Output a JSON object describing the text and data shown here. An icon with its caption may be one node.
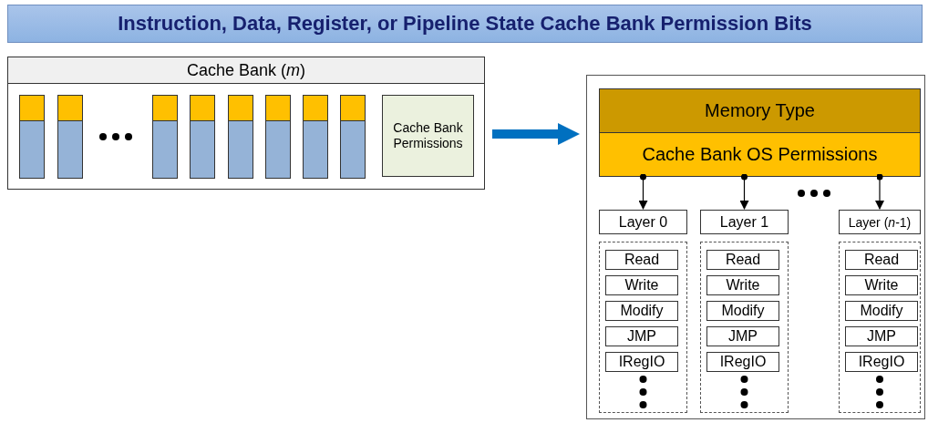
{
  "diagram": {
    "title": "Instruction, Data, Register, or Pipeline State Cache Bank Permission Bits",
    "nodes": [
      {
        "text": [
          "Cache Bank (*m*)"
        ]
      },
      {
        "text": [],
        "shape": "bar",
        "in": 0
      },
      {
        "text": [],
        "shape": "bar",
        "in": 0
      },
      {
        "text": [],
        "shape": "bar",
        "in": 0
      },
      {
        "text": [],
        "shape": "bar",
        "in": 0
      },
      {
        "text": [],
        "shape": "bar",
        "in": 0
      },
      {
        "text": [],
        "shape": "bar",
        "in": 0
      },
      {
        "text": [],
        "shape": "bar",
        "in": 0
      },
      {
        "text": [],
        "shape": "bar",
        "in": 0
      },
      {
        "text": [
          "Cache Bank Permissions"
        ],
        "in": 0
      },
      {
        "text": [],
        "shape": "box"
      },
      {
        "text": [
          "Memory Type"
        ],
        "in": 10
      },
      {
        "text": [
          "Cache Bank OS Permissions"
        ],
        "in": 10
      },
      {
        "text": [
          "Layer 0"
        ],
        "in": 10
      },
      {
        "text": [
          "Layer 1"
        ],
        "in": 10
      },
      {
        "text": [
          "Layer (*n*-1)"
        ],
        "in": 10
      },
      {
        "text": [],
        "shape": "box",
        "in": 10
      },
      {
        "text": [
          "Read"
        ],
        "in": 16
      },
      {
        "text": [
          "Write"
        ],
        "in": 16
      },
      {
        "text": [
          "Modify"
        ],
        "in": 16
      },
      {
        "text": [
          "JMP"
        ],
        "in": 16
      },
      {
        "text": [
          "IRegIO"
        ],
        "in": 16
      },
      {
        "text": [],
        "shape": "box",
        "in": 10
      },
      {
        "text": [
          "Read"
        ],
        "in": 22
      },
      {
        "text": [
          "Write"
        ],
        "in": 22
      },
      {
        "text": [
          "Modify"
        ],
        "in": 22
      },
      {
        "text": [
          "JMP"
        ],
        "in": 22
      },
      {
        "text": [
          "IRegIO"
        ],
        "in": 22
      },
      {
        "text": [],
        "shape": "box",
        "in": 10
      },
      {
        "text": [
          "Read"
        ],
        "in": 28
      },
      {
        "text": [
          "Write"
        ],
        "in": 28
      },
      {
        "text": [
          "Modify"
        ],
        "in": 28
      },
      {
        "text": [
          "JMP"
        ],
        "in": 28
      },
      {
        "text": [
          "IRegIO"
        ],
        "in": 28
      }
    ],
    "edges": [
      {
        "from": 0,
        "to": 10,
        "arrow": "to",
        "style": "thick",
        "color": "#0070c0"
      },
      {
        "from": 12,
        "to": 13,
        "arrow": "to"
      },
      {
        "from": 12,
        "to": 14,
        "arrow": "to"
      },
      {
        "from": 12,
        "to": 15,
        "arrow": "to"
      }
    ]
  }
}
